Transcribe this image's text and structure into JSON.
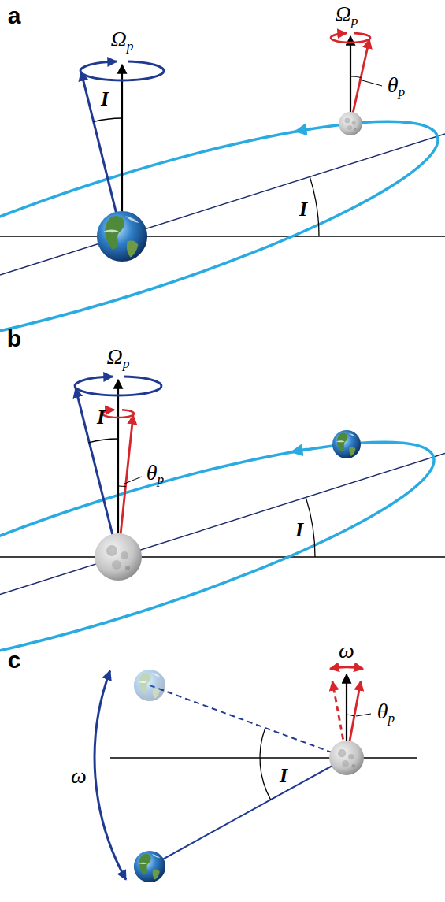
{
  "diagram": {
    "labels": [
      "a",
      "Ωp",
      "Ωp",
      "I",
      "I",
      "θp",
      "b",
      "Ωp",
      "I",
      "I",
      "θp",
      "c",
      "ω",
      "ω",
      "θp",
      "I"
    ]
  }
}
